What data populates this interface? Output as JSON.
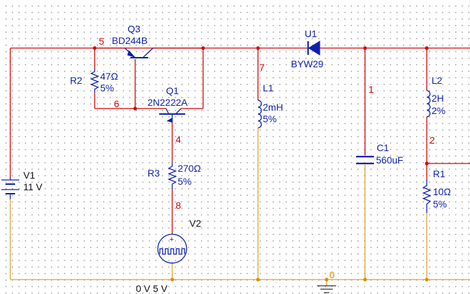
{
  "components": {
    "q3": {
      "ref": "Q3",
      "value": "BD244B"
    },
    "q1": {
      "ref": "Q1",
      "value": "2N2222A"
    },
    "r2": {
      "ref": "R2",
      "value": "47Ω",
      "tol": "5%"
    },
    "r3": {
      "ref": "R3",
      "value": "270Ω",
      "tol": "5%"
    },
    "l1": {
      "ref": "L1",
      "value": "2mH",
      "tol": "5%"
    },
    "u1": {
      "ref": "U1",
      "value": "BYW29"
    },
    "c1": {
      "ref": "C1",
      "value": "560uF"
    },
    "l2": {
      "ref": "L2",
      "value": "2H",
      "tol": "2%"
    },
    "r1": {
      "ref": "R1",
      "value": "10Ω",
      "tol": "5%"
    },
    "v1": {
      "ref": "V1",
      "value": "11 V"
    },
    "v2": {
      "ref": "V2",
      "value": "0 V 5 V"
    }
  },
  "nets": {
    "n5": "5",
    "n6": "6",
    "n4": "4",
    "n8": "8",
    "n7": "7",
    "n1": "1",
    "n2": "2",
    "n0": "0"
  },
  "colors": {
    "wire_supply": "#d40000",
    "wire_ground": "#e0a030",
    "component": "#0b1fb0"
  }
}
